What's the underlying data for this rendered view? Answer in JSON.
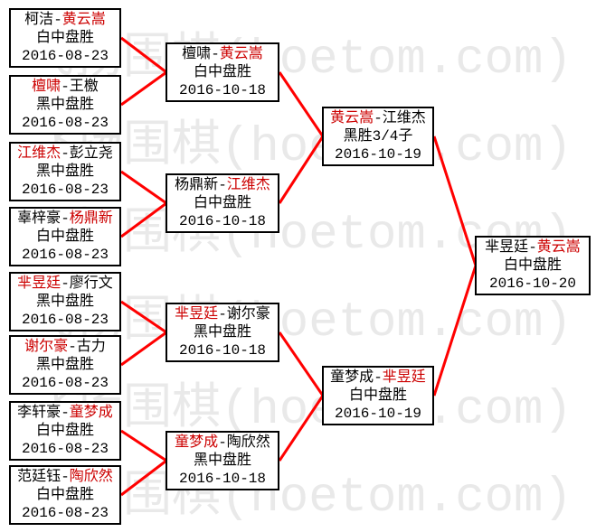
{
  "separator": "-",
  "watermark": {
    "text": "飞扬围棋(hoetom.com)",
    "color": "#e9e9e9",
    "rows": 6
  },
  "colors": {
    "connector_line": "#ff0000",
    "winner_name": "#cc0000",
    "box_border": "#000000",
    "box_text": "#000000",
    "background": "#ffffff"
  },
  "rounds": {
    "round1": [
      {
        "p1": "柯洁",
        "p2": "黄云嵩",
        "winner": 2,
        "result": "白中盘胜",
        "date": "2016-08-23"
      },
      {
        "p1": "檀啸",
        "p2": "王檄",
        "winner": 1,
        "result": "黑中盘胜",
        "date": "2016-08-23"
      },
      {
        "p1": "江维杰",
        "p2": "彭立尧",
        "winner": 1,
        "result": "黑中盘胜",
        "date": "2016-08-23"
      },
      {
        "p1": "辜梓豪",
        "p2": "杨鼎新",
        "winner": 2,
        "result": "白中盘胜",
        "date": "2016-08-23"
      },
      {
        "p1": "芈昱廷",
        "p2": "廖行文",
        "winner": 1,
        "result": "黑中盘胜",
        "date": "2016-08-23"
      },
      {
        "p1": "谢尔豪",
        "p2": "古力",
        "winner": 1,
        "result": "黑中盘胜",
        "date": "2016-08-23"
      },
      {
        "p1": "李轩豪",
        "p2": "童梦成",
        "winner": 2,
        "result": "白中盘胜",
        "date": "2016-08-23"
      },
      {
        "p1": "范廷钰",
        "p2": "陶欣然",
        "winner": 2,
        "result": "白中盘胜",
        "date": "2016-08-23"
      }
    ],
    "round2": [
      {
        "p1": "檀啸",
        "p2": "黄云嵩",
        "winner": 2,
        "result": "白中盘胜",
        "date": "2016-10-18"
      },
      {
        "p1": "杨鼎新",
        "p2": "江维杰",
        "winner": 2,
        "result": "白中盘胜",
        "date": "2016-10-18"
      },
      {
        "p1": "芈昱廷",
        "p2": "谢尔豪",
        "winner": 1,
        "result": "黑中盘胜",
        "date": "2016-10-18"
      },
      {
        "p1": "童梦成",
        "p2": "陶欣然",
        "winner": 1,
        "result": "黑中盘胜",
        "date": "2016-10-18"
      }
    ],
    "semifinals": [
      {
        "p1": "黄云嵩",
        "p2": "江维杰",
        "winner": 1,
        "result": "黑胜3/4子",
        "date": "2016-10-19"
      },
      {
        "p1": "童梦成",
        "p2": "芈昱廷",
        "winner": 2,
        "result": "白中盘胜",
        "date": "2016-10-19"
      }
    ],
    "final": [
      {
        "p1": "芈昱廷",
        "p2": "黄云嵩",
        "winner": 2,
        "result": "白中盘胜",
        "date": "2016-10-20"
      }
    ]
  }
}
